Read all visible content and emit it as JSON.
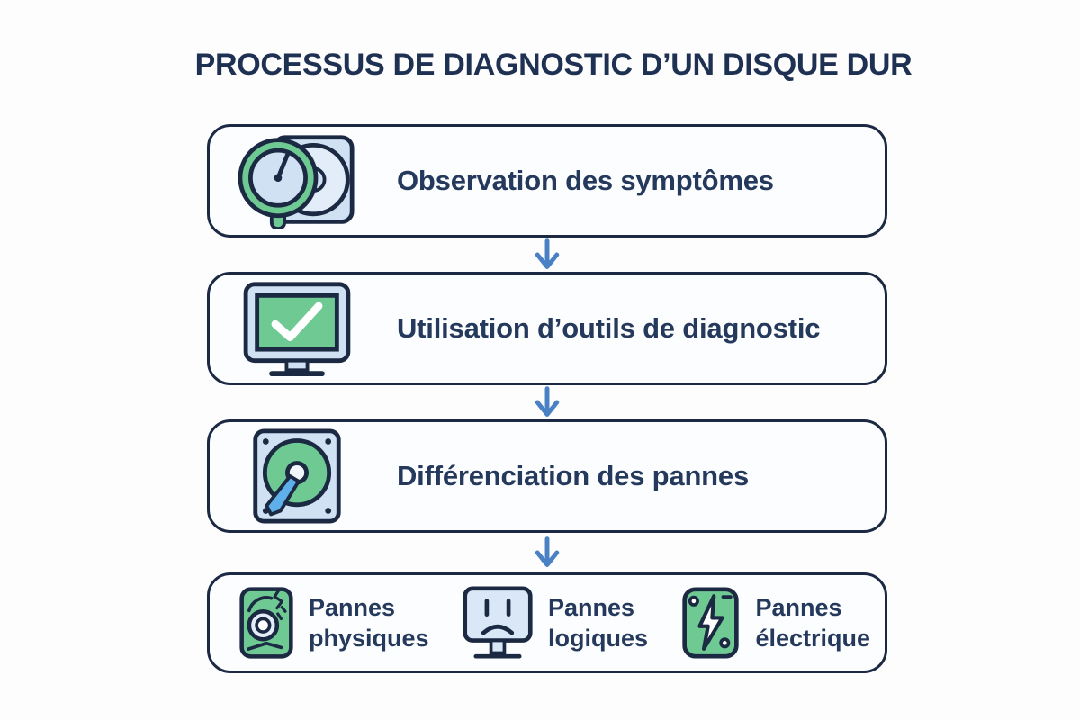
{
  "title": "PROCESSUS DE DIAGNOSTIC D’UN DISQUE DUR",
  "steps": [
    {
      "label": "Observation des symptômes",
      "icon": "magnifier-disk-icon"
    },
    {
      "label": "Utilisation d’outils de diagnostic",
      "icon": "monitor-check-icon"
    },
    {
      "label": "Différenciation des pannes",
      "icon": "hard-drive-icon"
    }
  ],
  "failure_types": [
    {
      "line1": "Pannes",
      "line2": "physiques",
      "icon": "cracked-drive-icon"
    },
    {
      "line1": "Pannes",
      "line2": "logiques",
      "icon": "sad-monitor-icon"
    },
    {
      "line1": "Pannes",
      "line2": "électrique",
      "icon": "lightning-drive-icon"
    }
  ],
  "connector_icon": "down-arrow-icon",
  "colors": {
    "navy": "#1b2942",
    "text": "#24395c",
    "title": "#1f3153",
    "green": "#6fc993",
    "lblue": "#cfe1f2",
    "disk": "#e3edf9",
    "arrow": "#4a80c4",
    "boxbg": "#fcfdfe",
    "pagebg": "#fdfdfd",
    "armblue": "#5fb0ea",
    "sadblue": "#d9e7f6"
  }
}
